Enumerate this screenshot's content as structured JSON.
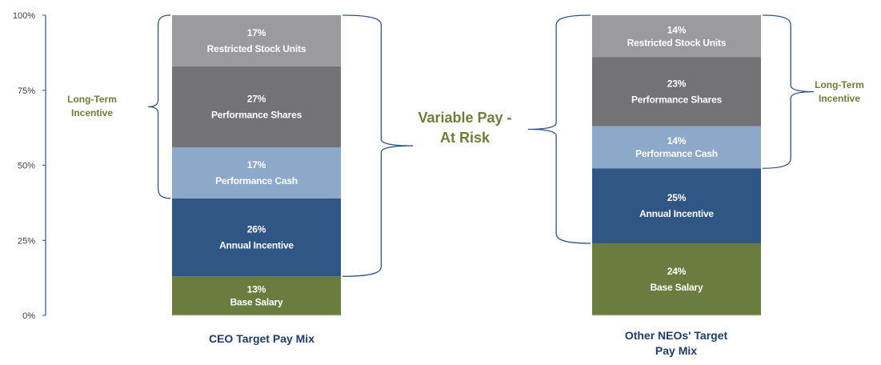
{
  "chart_data": {
    "type": "bar",
    "stacked": true,
    "ylim": [
      0,
      100
    ],
    "yticks": [
      "0%",
      "25%",
      "50%",
      "75%",
      "100%"
    ],
    "categories": [
      "CEO Target Pay Mix",
      "Other NEOs' Target Pay Mix"
    ],
    "series": [
      {
        "name": "Base Salary",
        "color": "#6b7c3f",
        "values": [
          13,
          24
        ],
        "labels": [
          "13%",
          "24%"
        ]
      },
      {
        "name": "Annual Incentive",
        "color": "#2f5684",
        "values": [
          26,
          25
        ],
        "labels": [
          "26%",
          "25%"
        ]
      },
      {
        "name": "Performance Cash",
        "color": "#8da9c9",
        "values": [
          17,
          14
        ],
        "labels": [
          "17%",
          "14%"
        ]
      },
      {
        "name": "Performance Shares",
        "color": "#737376",
        "values": [
          27,
          23
        ],
        "labels": [
          "27%",
          "23%"
        ]
      },
      {
        "name": "Restricted Stock Units",
        "color": "#9b9b9d",
        "values": [
          17,
          14
        ],
        "labels": [
          "17%",
          "14%"
        ]
      }
    ],
    "annotations": {
      "long_term_incentive": [
        "Long-Term",
        "Incentive"
      ],
      "variable_pay": [
        "Variable Pay -",
        "At Risk"
      ]
    },
    "grid": false,
    "legend": "none"
  }
}
